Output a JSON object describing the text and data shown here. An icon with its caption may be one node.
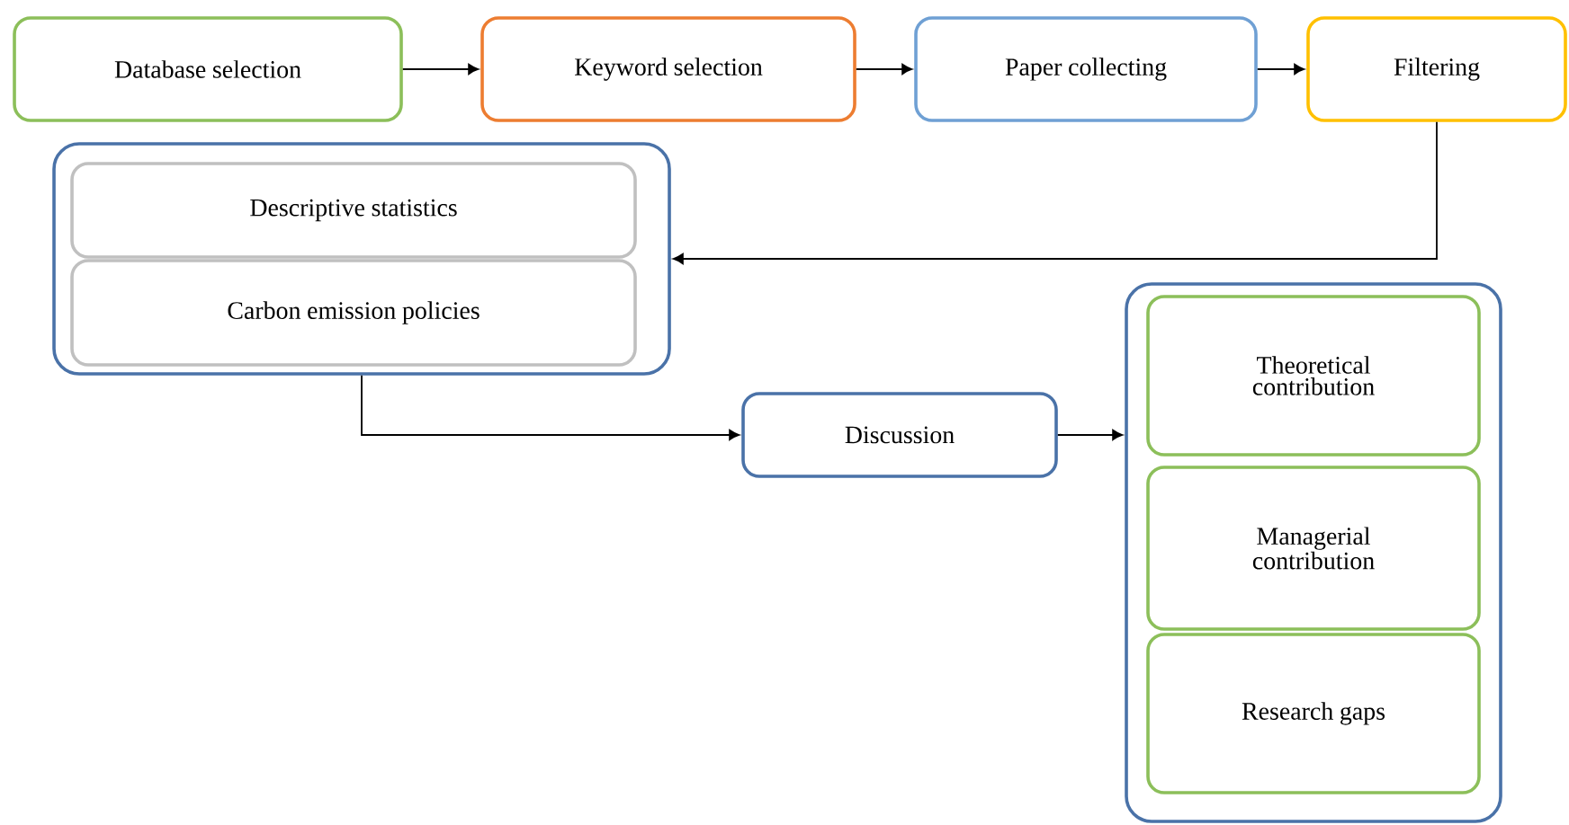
{
  "diagram": {
    "nodes": [
      {
        "text": [
          "Database selection"
        ]
      },
      {
        "text": [
          "Keyword selection"
        ]
      },
      {
        "text": [
          "Paper collecting"
        ]
      },
      {
        "text": [
          "Filtering"
        ]
      },
      {
        "text": [],
        "shape": "box"
      },
      {
        "text": [
          "Descriptive statistics"
        ],
        "in": 4
      },
      {
        "text": [
          "Carbon emission policies"
        ],
        "in": 4
      },
      {
        "text": [
          "Discussion"
        ]
      },
      {
        "text": [],
        "shape": "box"
      },
      {
        "text": [
          "Theoretical contribution"
        ],
        "in": 8
      },
      {
        "text": [
          "Managerial contribution"
        ],
        "in": 8
      },
      {
        "text": [
          "Research gaps"
        ],
        "in": 8
      }
    ],
    "edges": [
      {
        "from": 0,
        "to": 1,
        "arrow": "to"
      },
      {
        "from": 1,
        "to": 2,
        "arrow": "to"
      },
      {
        "from": 2,
        "to": 3,
        "arrow": "to"
      },
      {
        "from": 3,
        "to": 4,
        "arrow": "to"
      },
      {
        "from": 4,
        "to": 7,
        "arrow": "to"
      },
      {
        "from": 7,
        "to": 8,
        "arrow": "to"
      }
    ]
  }
}
